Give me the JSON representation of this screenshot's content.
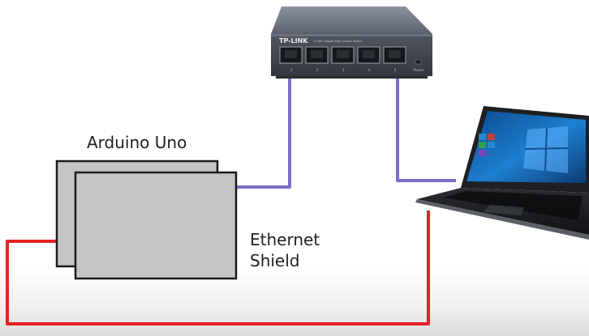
{
  "labels": {
    "arduino": "Arduino Uno",
    "shield_line1": "Ethernet",
    "shield_line2": "Shield"
  },
  "switch": {
    "brand": "TP-LINK",
    "model_text": "5-Port Gigabit Easy Smart Switch",
    "port_numbers": [
      "1",
      "2",
      "3",
      "4",
      "5"
    ],
    "power_label": "Power"
  },
  "colors": {
    "ethernet_cable": "#7b6fc9",
    "power_cable": "#e52222",
    "board_fill": "#c4c4c6",
    "board_stroke": "#1a1a1a",
    "switch_body": "#4a4f5a"
  }
}
